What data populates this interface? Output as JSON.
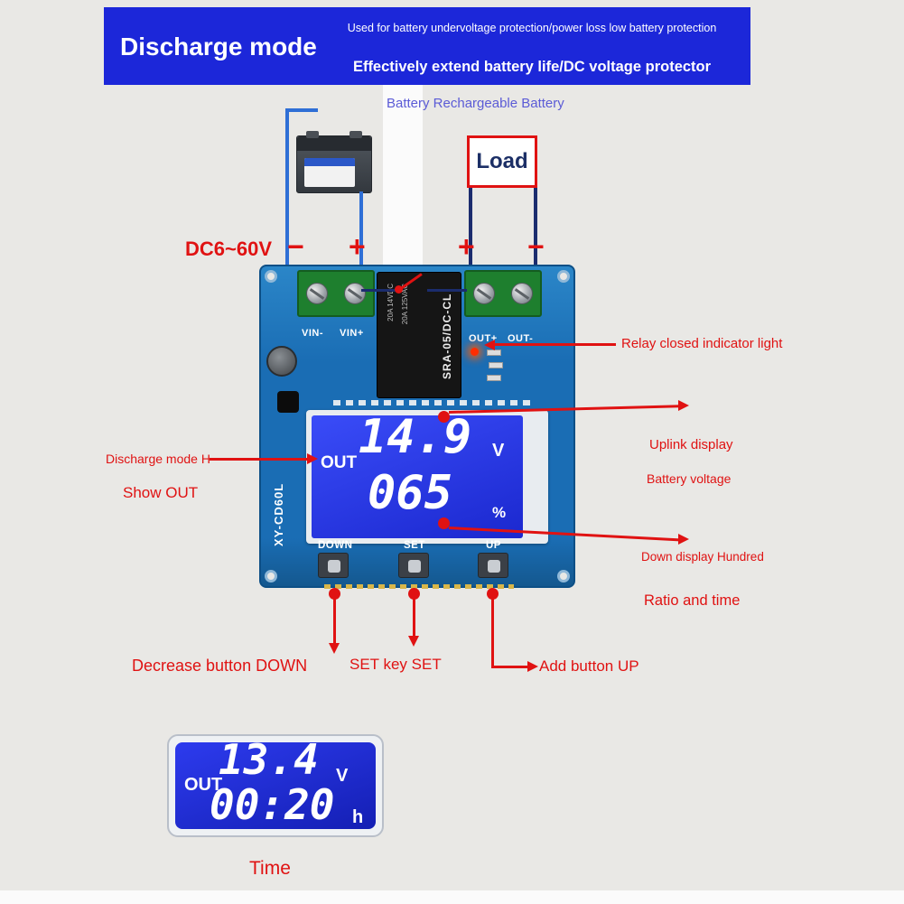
{
  "banner": {
    "title": "Discharge mode",
    "subtitle1": "Used for battery undervoltage protection/power loss low battery protection",
    "subtitle2": "Effectively extend battery life/DC voltage protector"
  },
  "top": {
    "battery_label": "Battery Rechargeable Battery",
    "load_label": "Load",
    "dc_range": "DC6~60V",
    "polarity": {
      "bat_minus": "−",
      "bat_plus": "+",
      "out_plus": "+",
      "out_minus": "−"
    }
  },
  "module": {
    "terminal_labels": {
      "vin_minus": "VIN-",
      "vin_plus": "VIN+",
      "out_plus": "OUT+",
      "out_minus": "OUT-"
    },
    "relay": {
      "model": "SRA-05/DC-CL",
      "rating1": "20A 14VDC",
      "rating2": "20A 125VAC"
    },
    "board_model": "XY-CD60L",
    "lcd": {
      "mode": "OUT",
      "value1": "14.9",
      "unit1": "V",
      "value2": "065",
      "unit2": "%"
    },
    "buttons": {
      "down": "DOWN",
      "set": "SET",
      "up": "UP"
    }
  },
  "annotations": {
    "relay_indicator": "Relay closed indicator light",
    "uplink_line1": "Uplink display",
    "uplink_line2": "Battery voltage",
    "discharge_line1": "Discharge mode H",
    "discharge_line2": "Show OUT",
    "down_display_line1": "Down display Hundred",
    "down_display_line2": "Ratio and time",
    "decrease_button": "Decrease button DOWN",
    "set_button": "SET key SET",
    "add_button": "Add button UP",
    "time_label": "Time"
  },
  "bottom_lcd": {
    "mode": "OUT",
    "value1": "13.4",
    "unit1": "V",
    "value2": "00:20",
    "unit2": "h"
  },
  "colors": {
    "banner_blue": "#1c27d9",
    "annotation_red": "#e01212",
    "lcd_blue": "#1b28cf",
    "pcb_blue": "#1a6db4",
    "terminal_green": "#1e7f2e"
  }
}
